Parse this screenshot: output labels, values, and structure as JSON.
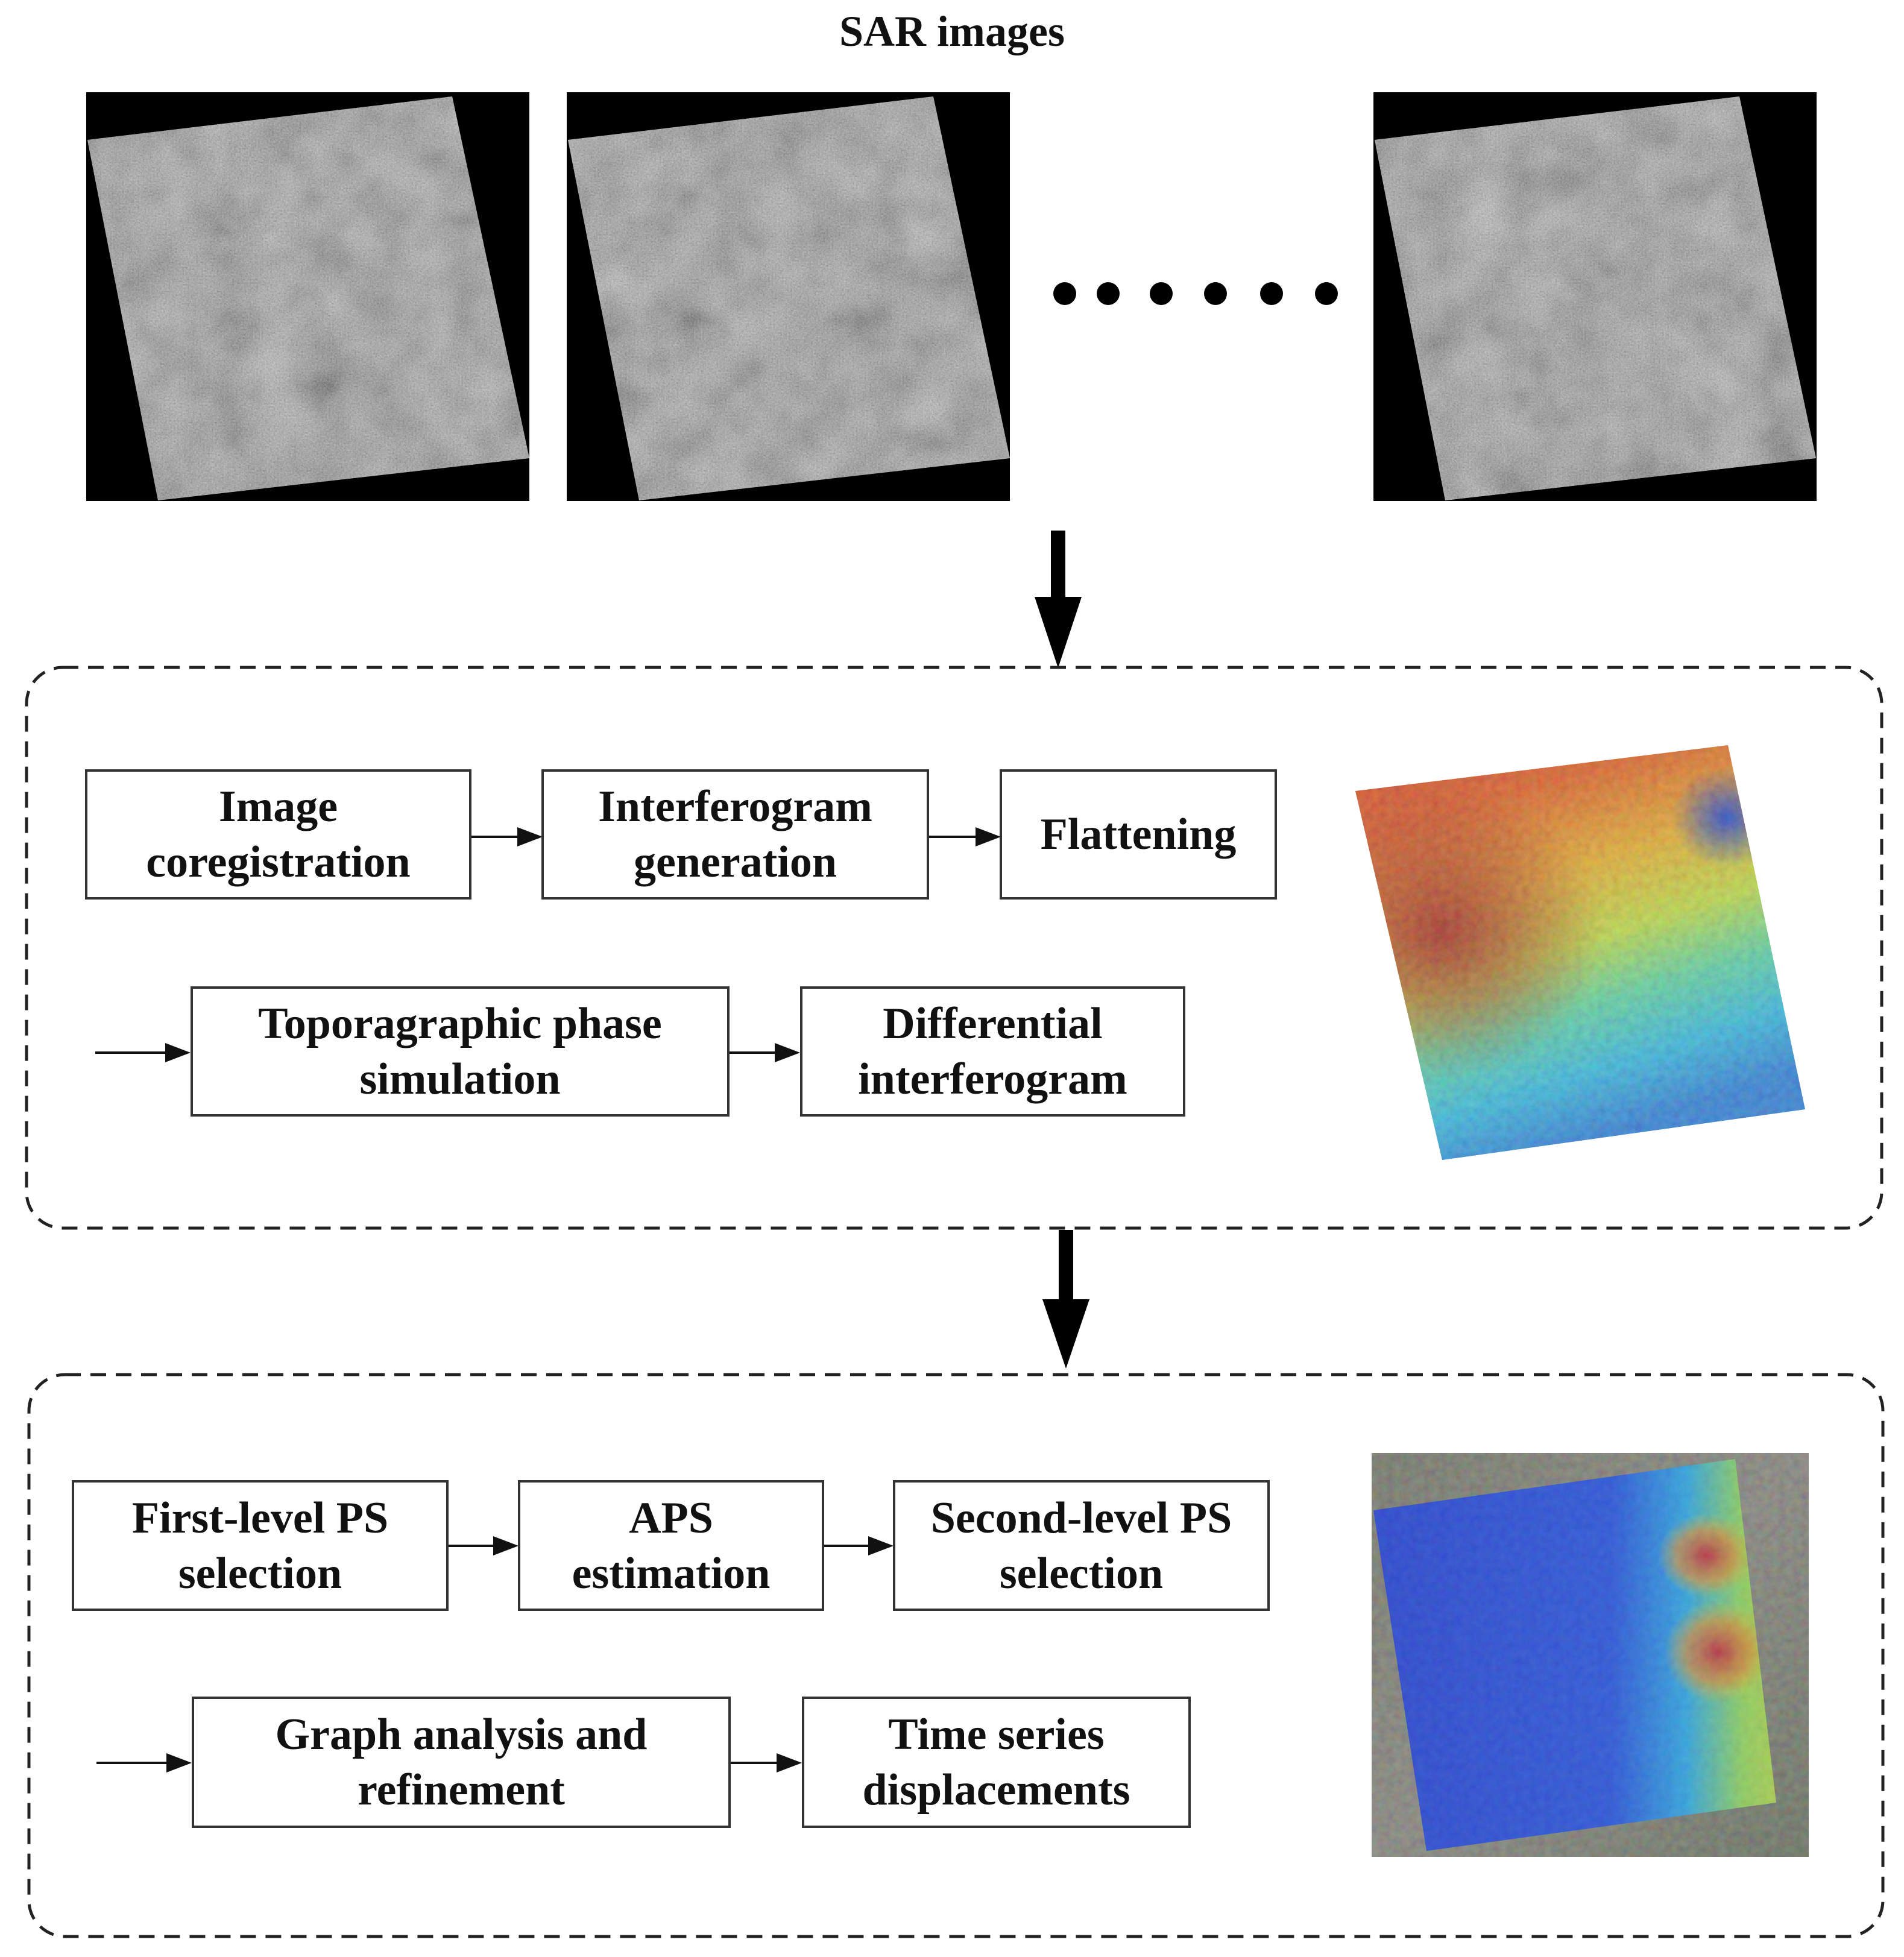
{
  "title": "SAR images",
  "colors": {
    "line": "#111111",
    "box_border": "#333333",
    "panel_dash": "#222222"
  },
  "section1": {
    "steps": [
      {
        "id": "image-coregistration",
        "label": "Image\ncoregistration"
      },
      {
        "id": "interferogram-generation",
        "label": "Interferogram\ngeneration"
      },
      {
        "id": "flattening",
        "label": "Flattening"
      },
      {
        "id": "topographic-phase-simulation",
        "label": "Toporagraphic phase\nsimulation"
      },
      {
        "id": "differential-interferogram",
        "label": "Differential\ninterferogram"
      }
    ]
  },
  "section2": {
    "steps": [
      {
        "id": "first-level-ps-selection",
        "label": "First-level PS\nselection"
      },
      {
        "id": "aps-estimation",
        "label": "APS\nestimation"
      },
      {
        "id": "second-level-ps-selection",
        "label": "Second-level PS\nselection"
      },
      {
        "id": "graph-analysis-refinement",
        "label": "Graph analysis and\nrefinement"
      },
      {
        "id": "time-series-displacements",
        "label": "Time series\ndisplacements"
      }
    ]
  }
}
